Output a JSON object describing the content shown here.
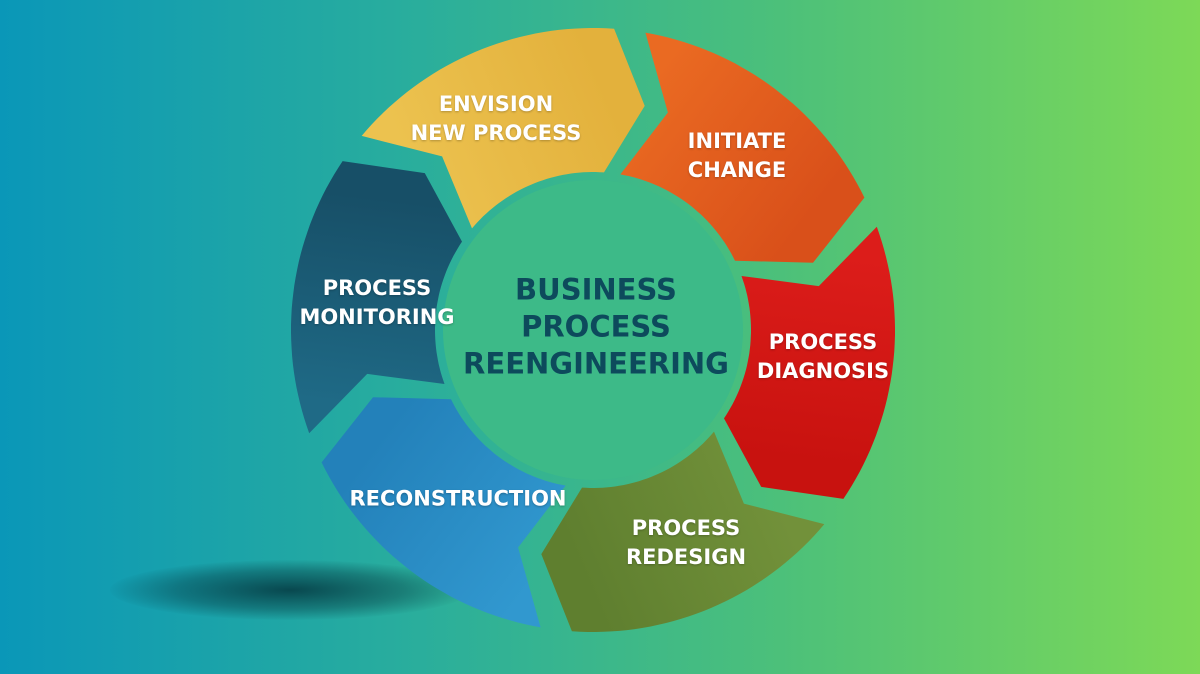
{
  "title": {
    "lines": [
      "BUSINESS",
      "PROCESS",
      "REENGINEERING"
    ]
  },
  "steps": [
    {
      "lines": [
        "ENVISION",
        "NEW PROCESS"
      ],
      "color": "#ecc24f",
      "color2": "#e3b13c"
    },
    {
      "lines": [
        "INITIATE",
        "CHANGE"
      ],
      "color": "#ea6a22",
      "color2": "#d9501a"
    },
    {
      "lines": [
        "PROCESS",
        "DIAGNOSIS"
      ],
      "color": "#dc1d1a",
      "color2": "#c8120f"
    },
    {
      "lines": [
        "PROCESS",
        "REDESIGN"
      ],
      "color": "#72913a",
      "color2": "#5f7f2f"
    },
    {
      "lines": [
        "RECONSTRUCTION"
      ],
      "color": "#3198cf",
      "color2": "#2381ba"
    },
    {
      "lines": [
        "PROCESS",
        "MONITORING"
      ],
      "color": "#1f6a86",
      "color2": "#174f67"
    }
  ],
  "center_color": "#3dba88"
}
